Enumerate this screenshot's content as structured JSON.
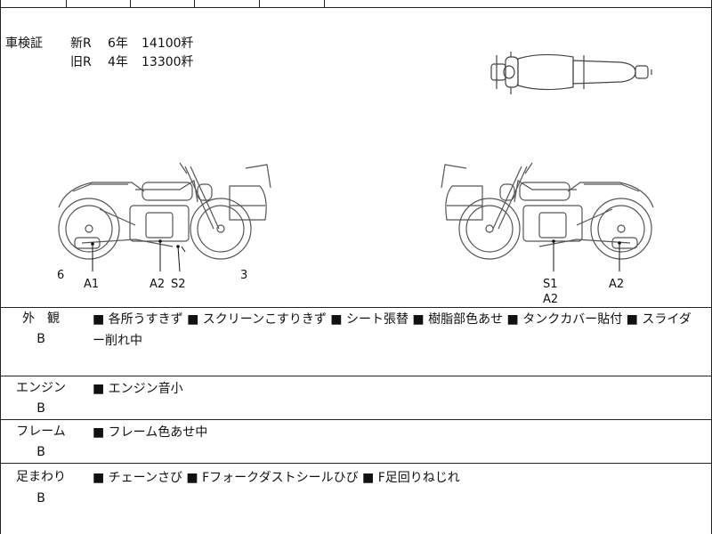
{
  "inspection": {
    "label": "車検証",
    "rows": [
      {
        "kind": "新R",
        "years": "6年",
        "value": "14100粁"
      },
      {
        "kind": "旧R",
        "years": "4年",
        "value": "13300粁"
      }
    ]
  },
  "diagram": {
    "left_labels": {
      "n6": "6",
      "a1": "A1",
      "a2": "A2",
      "s2": "S2",
      "n3": "3"
    },
    "right_labels": {
      "s1": "S1",
      "a2b": "A2",
      "a2": "A2"
    }
  },
  "sections": [
    {
      "title": "外　観",
      "grade": "B",
      "desc": "■ 各所うすきず ■ スクリーンこすりきず ■ シート張替 ■ 樹脂部色あせ ■ タンクカバー貼付 ■ スライダー削れ中"
    },
    {
      "title": "エンジン",
      "grade": "B",
      "desc": "■ エンジン音小"
    },
    {
      "title": "フレーム",
      "grade": "B",
      "desc": "■ フレーム色あせ中"
    },
    {
      "title": "足まわり",
      "grade": "B",
      "desc": "■ チェーンさび ■ Fフォークダストシールひび ■ F足回りねじれ"
    }
  ]
}
